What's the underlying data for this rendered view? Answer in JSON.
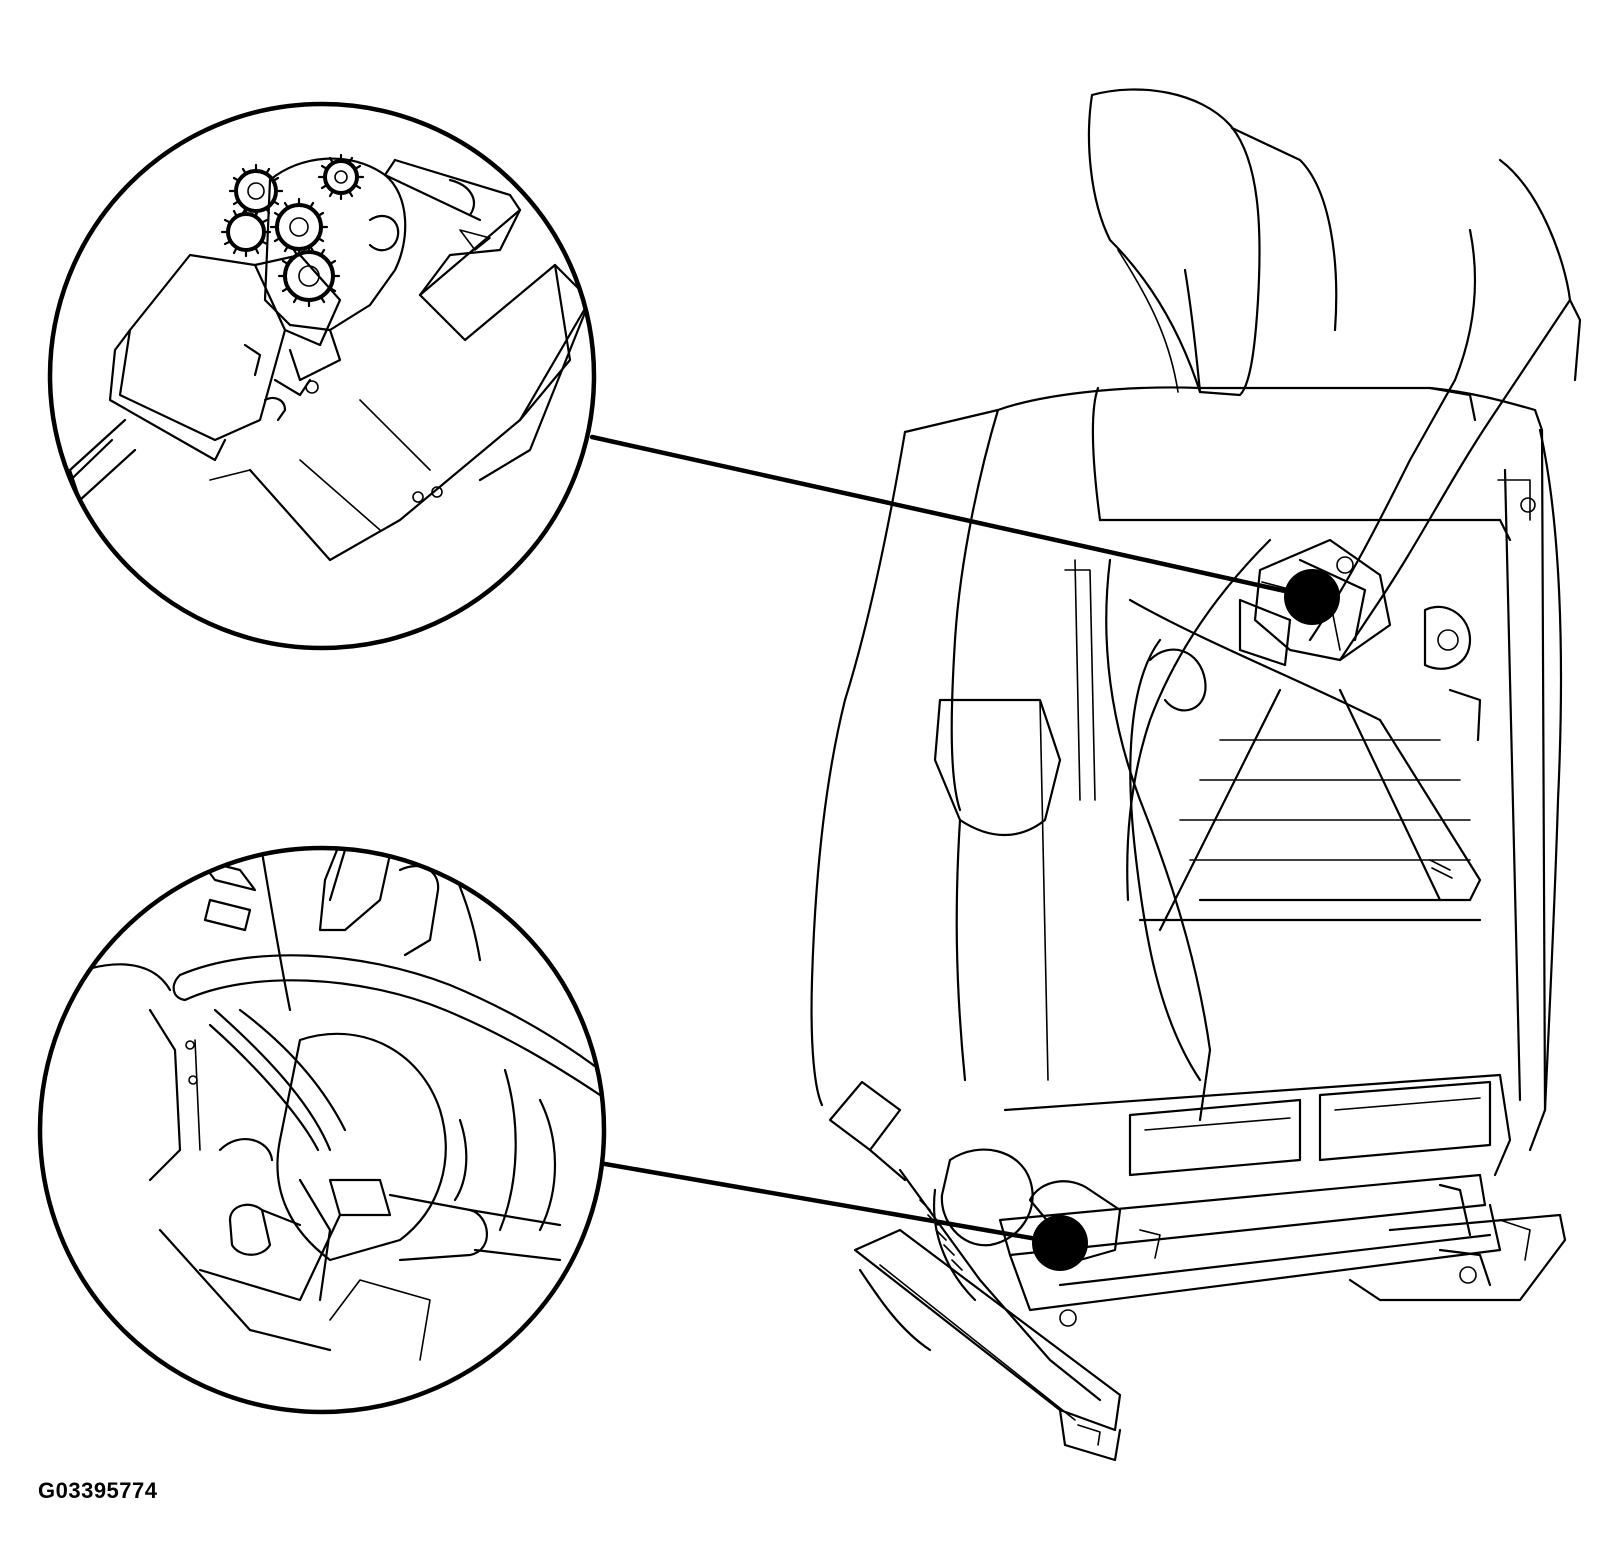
{
  "figure": {
    "id_label": "G03395774",
    "line_color": "#000000",
    "background_color": "#ffffff"
  },
  "callouts": [
    {
      "name": "upper-detail",
      "depicts": "gear-motor-icon"
    },
    {
      "name": "lower-detail",
      "depicts": "motor-harness-icon"
    }
  ]
}
